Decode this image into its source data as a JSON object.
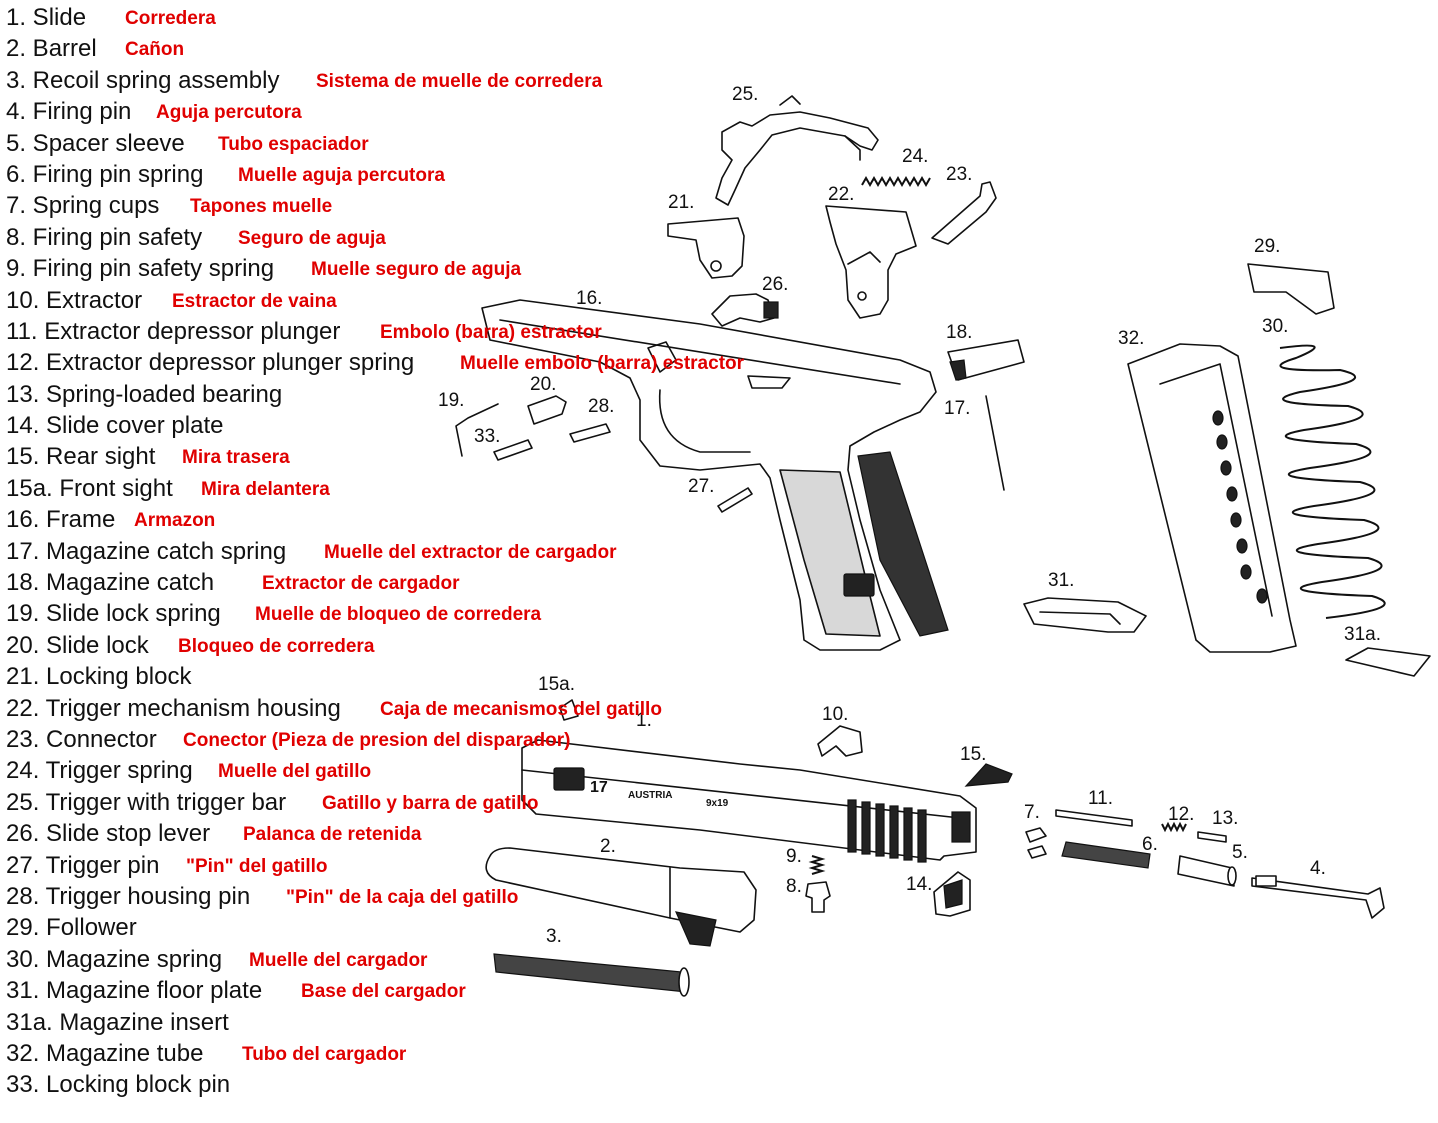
{
  "parts": [
    {
      "en": "1. Slide",
      "es": "Corredera"
    },
    {
      "en": "2. Barrel",
      "es": "Cañon"
    },
    {
      "en": "3. Recoil spring assembly",
      "es": "Sistema de muelle de corredera"
    },
    {
      "en": "4. Firing pin",
      "es": "Aguja percutora"
    },
    {
      "en": "5. Spacer sleeve",
      "es": "Tubo espaciador"
    },
    {
      "en": "6. Firing pin spring",
      "es": "Muelle aguja percutora"
    },
    {
      "en": "7. Spring cups",
      "es": "Tapones muelle"
    },
    {
      "en": "8. Firing pin safety",
      "es": "Seguro de aguja"
    },
    {
      "en": "9. Firing pin safety spring",
      "es": "Muelle seguro de aguja"
    },
    {
      "en": "10. Extractor",
      "es": "Estractor de vaina"
    },
    {
      "en": "11. Extractor depressor plunger",
      "es": "Embolo (barra) estractor"
    },
    {
      "en": "12. Extractor depressor plunger spring",
      "es": "Muelle embolo (barra) estractor"
    },
    {
      "en": "13. Spring-loaded bearing",
      "es": ""
    },
    {
      "en": "14. Slide cover plate",
      "es": ""
    },
    {
      "en": "15. Rear sight",
      "es": "Mira trasera"
    },
    {
      "en": "15a. Front sight",
      "es": "Mira delantera"
    },
    {
      "en": "16. Frame",
      "es": "Armazon"
    },
    {
      "en": "17. Magazine catch spring",
      "es": "Muelle del extractor de cargador"
    },
    {
      "en": "18. Magazine catch",
      "es": "Extractor de cargador"
    },
    {
      "en": "19. Slide lock spring",
      "es": "Muelle de bloqueo de corredera"
    },
    {
      "en": "20. Slide lock",
      "es": "Bloqueo de corredera"
    },
    {
      "en": "21. Locking block",
      "es": ""
    },
    {
      "en": "22. Trigger mechanism housing",
      "es": "Caja de mecanismos del gatillo"
    },
    {
      "en": "23. Connector",
      "es": "Conector (Pieza de presion del disparador)"
    },
    {
      "en": "24. Trigger spring",
      "es": "Muelle del gatillo"
    },
    {
      "en": "25. Trigger with trigger bar",
      "es": "Gatillo y barra de gatillo"
    },
    {
      "en": "26. Slide stop lever",
      "es": "Palanca de retenida"
    },
    {
      "en": "27. Trigger pin",
      "es": "\"Pin\" del gatillo"
    },
    {
      "en": "28. Trigger housing pin",
      "es": "\"Pin\" de la caja del gatillo"
    },
    {
      "en": "29. Follower",
      "es": ""
    },
    {
      "en": "30. Magazine spring",
      "es": "Muelle del cargador"
    },
    {
      "en": "31. Magazine floor plate",
      "es": "Base del cargador"
    },
    {
      "en": "31a. Magazine insert",
      "es": ""
    },
    {
      "en": "32. Magazine tube",
      "es": "Tubo del cargador"
    },
    {
      "en": "33. Locking block pin",
      "es": ""
    }
  ],
  "callouts": {
    "c1": "1.",
    "c2": "2.",
    "c3": "3.",
    "c4": "4.",
    "c5": "5.",
    "c6": "6.",
    "c7": "7.",
    "c8": "8.",
    "c9": "9.",
    "c10": "10.",
    "c11": "11.",
    "c12": "12.",
    "c13": "13.",
    "c14": "14.",
    "c15": "15.",
    "c15a": "15a.",
    "c16": "16.",
    "c17": "17.",
    "c18": "18.",
    "c19": "19.",
    "c20": "20.",
    "c21": "21.",
    "c22": "22.",
    "c23": "23.",
    "c24": "24.",
    "c25": "25.",
    "c26": "26.",
    "c27": "27.",
    "c28": "28.",
    "c29": "29.",
    "c30": "30.",
    "c31": "31.",
    "c31a": "31a.",
    "c32": "32.",
    "c33": "33."
  },
  "markings": {
    "model": "17",
    "origin": "AUSTRIA",
    "caliber": "9x19"
  },
  "colors": {
    "translation": "#e00000",
    "text": "#111111",
    "background": "#ffffff"
  }
}
